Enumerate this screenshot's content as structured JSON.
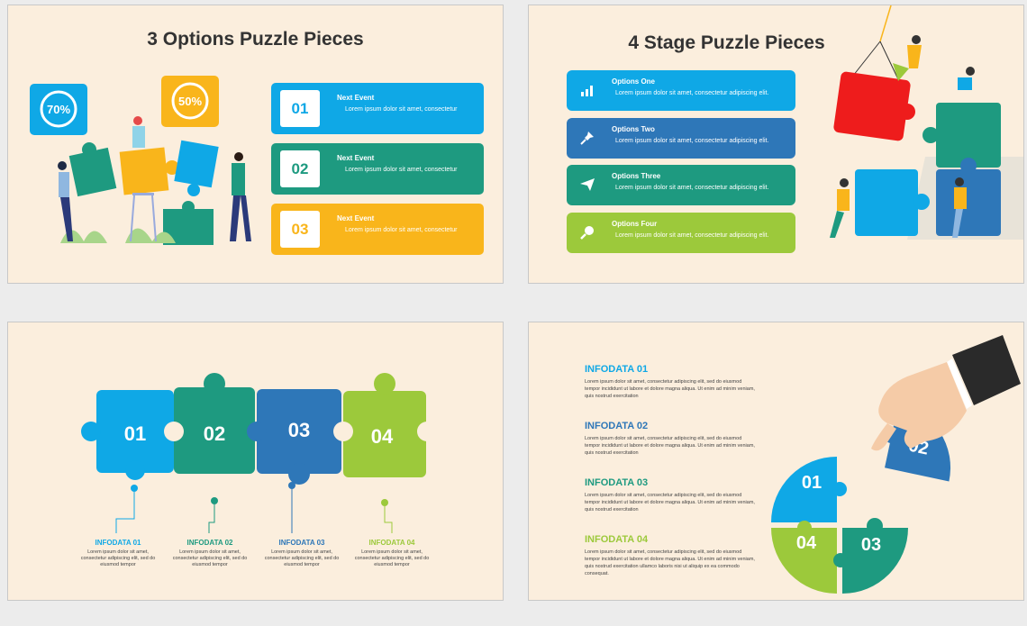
{
  "colors": {
    "blue": "#0fa8e6",
    "teal": "#1e9a80",
    "yellow": "#f9b51b",
    "steel": "#2e77b8",
    "green": "#9cc93b",
    "red": "#ee1c1c",
    "dark": "#2a2a2a"
  },
  "slide1": {
    "title": "3 Options Puzzle Pieces",
    "badges": [
      {
        "value": "70%"
      },
      {
        "value": "50%"
      }
    ],
    "events": [
      {
        "num": "01",
        "title": "Next Event",
        "desc": "Lorem ipsum dolor sit amet, consectetur"
      },
      {
        "num": "02",
        "title": "Next Event",
        "desc": "Lorem ipsum dolor sit amet, consectetur"
      },
      {
        "num": "03",
        "title": "Next Event",
        "desc": "Lorem ipsum dolor sit amet, consectetur"
      }
    ]
  },
  "slide2": {
    "title": "4 Stage Puzzle Pieces",
    "options": [
      {
        "title": "Options One",
        "desc": "Lorem ipsum dolor sit amet, consectetur adipiscing elit.",
        "icon": "bar-chart-icon"
      },
      {
        "title": "Options Two",
        "desc": "Lorem ipsum dolor sit amet, consectetur adipiscing elit.",
        "icon": "pin-icon"
      },
      {
        "title": "Options Three",
        "desc": "Lorem ipsum dolor sit amet, consectetur adipiscing elit.",
        "icon": "paper-plane-icon"
      },
      {
        "title": "Options Four",
        "desc": "Lorem ipsum dolor sit amet, consectetur adipiscing elit.",
        "icon": "search-icon"
      }
    ]
  },
  "slide3": {
    "pieces": [
      "01",
      "02",
      "03",
      "04"
    ],
    "infos": [
      {
        "title": "INFODATA 01",
        "desc": "Lorem ipsum dolor sit amet, consectetur adipiscing elit, sed do eiusmod tempor"
      },
      {
        "title": "INFODATA 02",
        "desc": "Lorem ipsum dolor sit amet, consectetur adipiscing elit, sed do eiusmod tempor"
      },
      {
        "title": "INFODATA 03",
        "desc": "Lorem ipsum dolor sit amet, consectetur adipiscing elit, sed do eiusmod tempor"
      },
      {
        "title": "INFODATA 04",
        "desc": "Lorem ipsum dolor sit amet, consectetur adipiscing elit, sed do eiusmod tempor"
      }
    ]
  },
  "slide4": {
    "infos": [
      {
        "title": "INFODATA 01",
        "desc": "Lorem ipsum dolor sit amet, consectetur adipiscing elit, sed do eiusmod tempor incididunt ut labore et dolore magna aliqua. Ut enim ad minim veniam, quis nostrud exercitation"
      },
      {
        "title": "INFODATA 02",
        "desc": "Lorem ipsum dolor sit amet, consectetur adipiscing elit, sed do eiusmod tempor incididunt ut labore et dolore magna aliqua. Ut enim ad minim veniam, quis nostrud exercitation"
      },
      {
        "title": "INFODATA 03",
        "desc": "Lorem ipsum dolor sit amet, consectetur adipiscing elit, sed do eiusmod tempor incididunt ut labore et dolore magna aliqua. Ut enim ad minim veniam, quis nostrud exercitation"
      },
      {
        "title": "INFODATA 04",
        "desc": "Lorem ipsum dolor sit amet, consectetur adipiscing elit, sed do eiusmod tempor incididunt ut labore et dolore magna aliqua. Ut enim ad minim veniam, quis nostrud exercitation ullamco laboris nisi ut aliquip ex ea commodo consequat."
      }
    ],
    "pieces": [
      "01",
      "02",
      "03",
      "04"
    ]
  }
}
